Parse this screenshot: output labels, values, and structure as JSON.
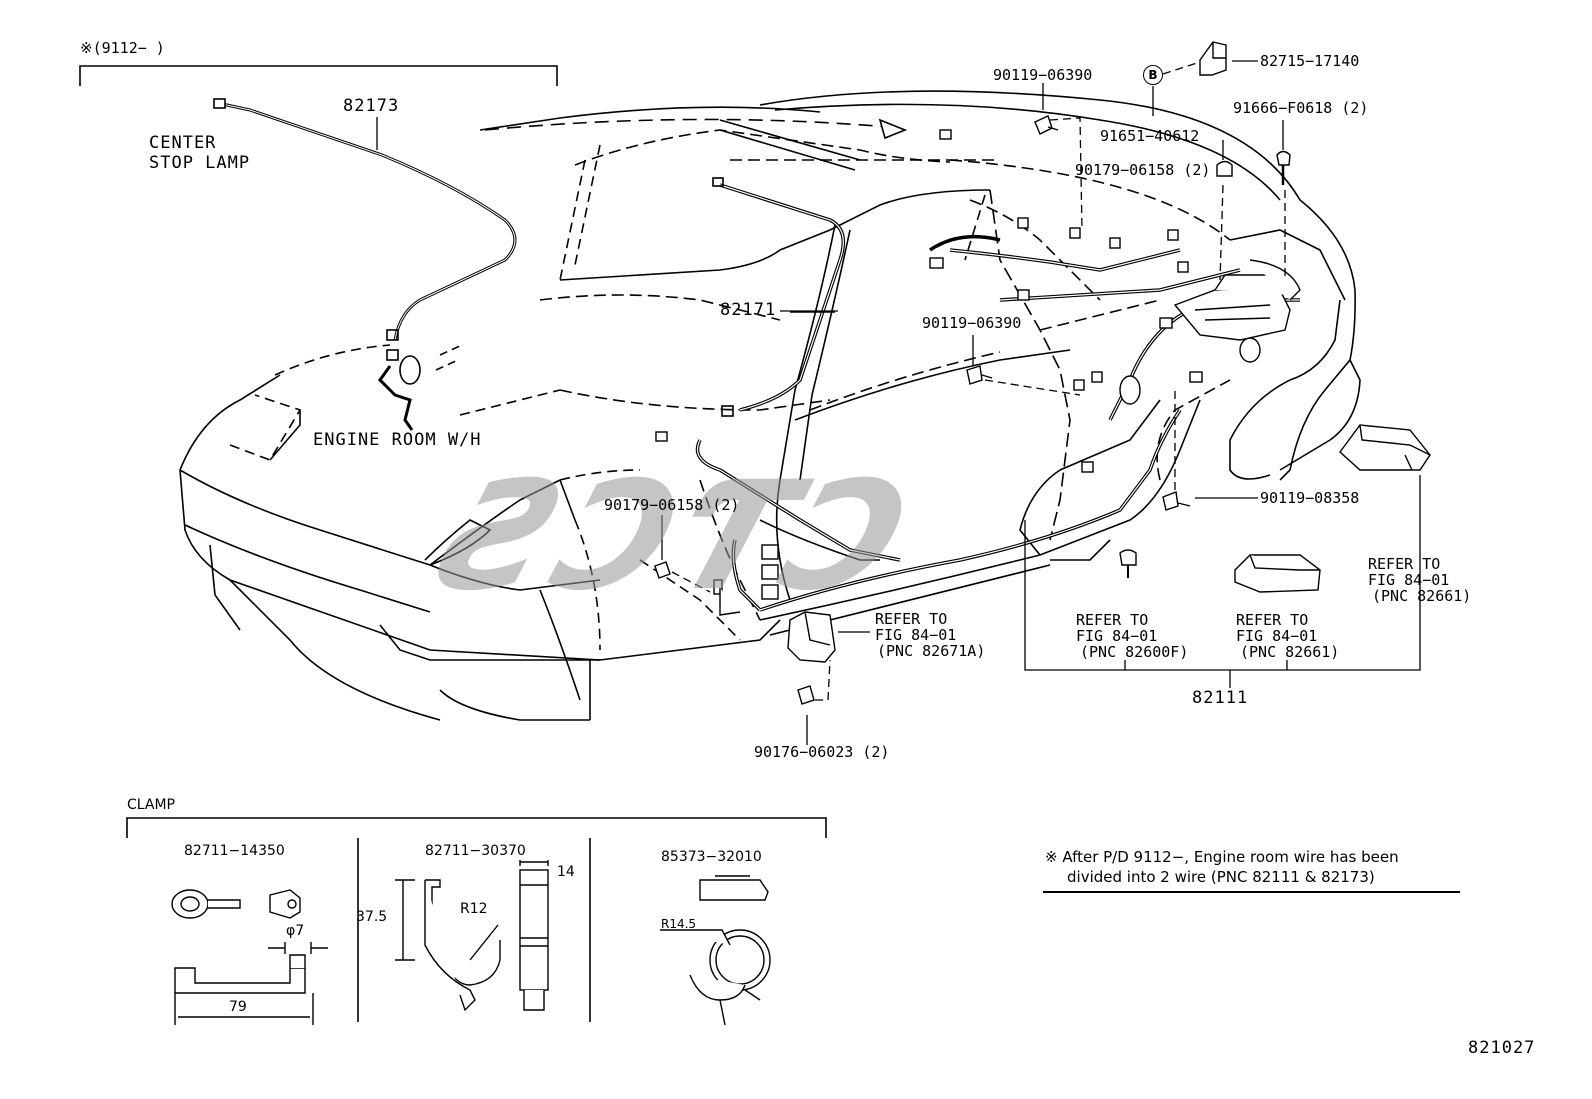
{
  "header_note": "※(9112−        )",
  "labels": {
    "p82173": "82173",
    "center_stop_1": "CENTER",
    "center_stop_2": "STOP LAMP",
    "engine_room": "ENGINE ROOM W/H",
    "p82171": "82171",
    "p90119_06390_top": "90119−06390",
    "p91651": "91651−40612",
    "p82715": "82715−17140",
    "p91666": "91666−F0618 (2)",
    "p90179_top": "90179−06158 (2)",
    "p90119_06390_mid": "90119−06390",
    "p90119_08358": "90119−08358",
    "p90179_left": "90179−06158 (2)",
    "p90176": "90176−06023 (2)",
    "p82111": "82111",
    "circle_b": "B",
    "ref_a": [
      "REFER TO",
      "FIG 84−01",
      "(PNC 82671A)"
    ],
    "ref_b": [
      "REFER TO",
      "FIG 84−01",
      "(PNC 82600F)"
    ],
    "ref_c": [
      "REFER TO",
      "FIG 84−01",
      "(PNC 82661)"
    ],
    "ref_d": [
      "REFER TO",
      "FIG 84−01",
      "(PNC 82661)"
    ]
  },
  "clamp": {
    "title": "CLAMP",
    "c1": "82711−14350",
    "c2": "82711−30370",
    "c3": "85373−32010",
    "dim_phi7": "φ7",
    "dim_79": "79",
    "dim_37_5": "37.5",
    "dim_r12": "R12",
    "dim_14": "14",
    "dim_r14_5": "R14.5"
  },
  "footnote": {
    "line1": "※ After P/D 9112−, Engine room wire has been",
    "line2": "divided into 2 wire (PNC 82111 & 82173)"
  },
  "figure_number": "821027",
  "watermark": "ƧƆƬƆ"
}
